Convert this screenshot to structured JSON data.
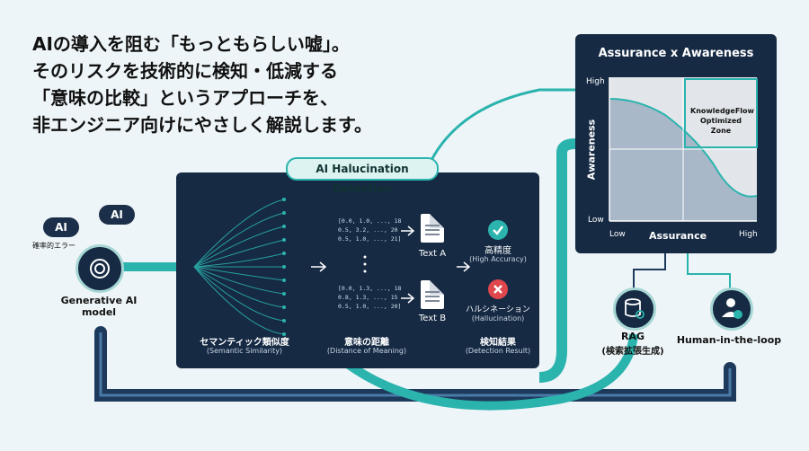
{
  "headline": "AIの導入を阻む「もっともらしい嘘」。\nそのリスクを技術的に検知・低減する\n「意味の比較」というアプローチを、\n非エンジニア向けにやさしく解説します。",
  "clouds": [
    "AI",
    "AI"
  ],
  "left_node": {
    "sub": "確率的エラー",
    "title": "Generative AI model"
  },
  "detection": {
    "badge": "AI Halucination Detection",
    "matrix_a": [
      "[0.0, 1.0, ..., 18",
      " 0.5, 3.2, ..., 20",
      " 0.5, 1.0, ..., 21]"
    ],
    "matrix_b": [
      "[0.0, 1.3, ..., 18",
      " 0.8, 1.3, ..., 15",
      " 0.5, 1.0, ..., 20]"
    ],
    "text_a": "Text A",
    "text_b": "Text B",
    "result_ok": "高精度",
    "result_ok_en": "(High Accuracy)",
    "result_ng": "ハルシネーション",
    "result_ng_en": "(Hallucination)",
    "col1": "セマンティック類似度",
    "col1_en": "(Semantic Similarity)",
    "col2": "意味の距離",
    "col2_en": "(Distance of Meaning)",
    "col3": "検知結果",
    "col3_en": "(Detection Result)"
  },
  "matrix_chart": {
    "title": "Assurance x Awareness",
    "ylabel": "Awareness",
    "xlabel": "Assurance",
    "y_high": "High",
    "y_low": "Low",
    "x_low": "Low",
    "x_high": "High",
    "zone": "KnowledgeFlow\nOptimized Zone"
  },
  "nodes": {
    "rag": "RAG",
    "rag_sub": "(検索拡張生成)",
    "hitl": "Human-in-the-loop"
  },
  "colors": {
    "navy": "#162a44",
    "teal": "#2bb3ad",
    "pipe": "#1d3a5c"
  }
}
